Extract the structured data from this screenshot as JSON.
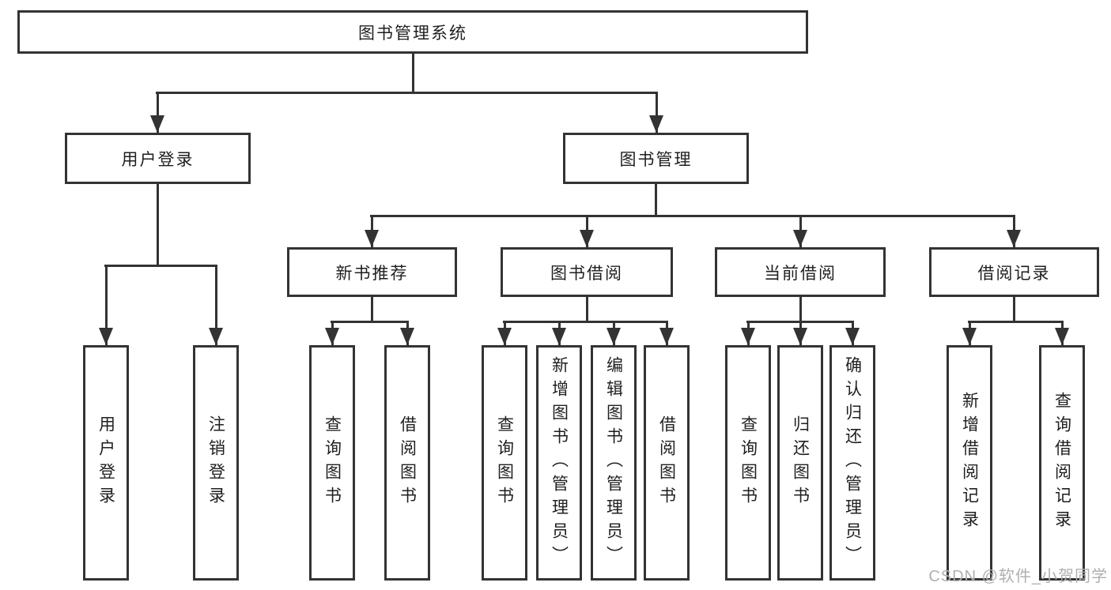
{
  "diagram": {
    "root": {
      "label": "图书管理系统",
      "children": [
        {
          "label": "用户登录",
          "children": [
            {
              "label": "用户登录"
            },
            {
              "label": "注销登录"
            }
          ]
        },
        {
          "label": "图书管理",
          "children": [
            {
              "label": "新书推荐",
              "children": [
                {
                  "label": "查询图书"
                },
                {
                  "label": "借阅图书"
                }
              ]
            },
            {
              "label": "图书借阅",
              "children": [
                {
                  "label": "查询图书"
                },
                {
                  "label": "新增图书（管理员）"
                },
                {
                  "label": "编辑图书（管理员）"
                },
                {
                  "label": "借阅图书"
                }
              ]
            },
            {
              "label": "当前借阅",
              "children": [
                {
                  "label": "查询图书"
                },
                {
                  "label": "归还图书"
                },
                {
                  "label": "确认归还（管理员）"
                }
              ]
            },
            {
              "label": "借阅记录",
              "children": [
                {
                  "label": "新增借阅记录"
                },
                {
                  "label": "查询借阅记录"
                }
              ]
            }
          ]
        }
      ]
    }
  },
  "watermark": {
    "text": "CSDN @软件_小贺同学"
  },
  "colors": {
    "line": "#333333",
    "text": "#1f1f1f",
    "watermark": "#b0b0b0",
    "background": "#ffffff"
  }
}
